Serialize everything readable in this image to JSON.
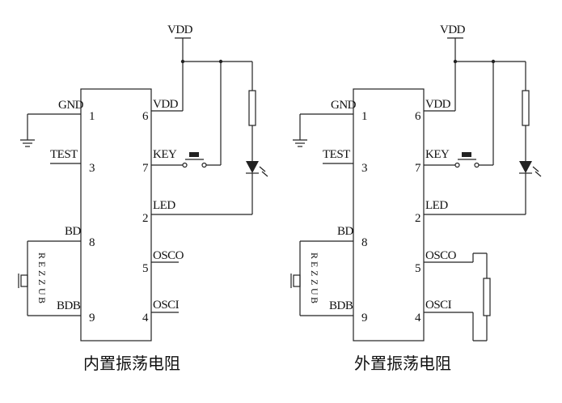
{
  "circuits": [
    {
      "caption": "内置振荡电阻",
      "vdd_supply": "VDD",
      "pins_left": [
        {
          "name": "GND",
          "num": "1"
        },
        {
          "name": "TEST",
          "num": "3"
        },
        {
          "name": "BD",
          "num": "8"
        },
        {
          "name": "BDB",
          "num": "9"
        }
      ],
      "pins_right": [
        {
          "name": "VDD",
          "num": "6"
        },
        {
          "name": "KEY",
          "num": "7"
        },
        {
          "name": "LED",
          "num": "2"
        },
        {
          "name": "OSCO",
          "num": "5"
        },
        {
          "name": "OSCI",
          "num": "4"
        }
      ],
      "buzzer_letters": [
        "B",
        "U",
        "Z",
        "Z",
        "E",
        "R"
      ]
    },
    {
      "caption": "外置振荡电阻",
      "vdd_supply": "VDD",
      "pins_left": [
        {
          "name": "GND",
          "num": "1"
        },
        {
          "name": "TEST",
          "num": "3"
        },
        {
          "name": "BD",
          "num": "8"
        },
        {
          "name": "BDB",
          "num": "9"
        }
      ],
      "pins_right": [
        {
          "name": "VDD",
          "num": "6"
        },
        {
          "name": "KEY",
          "num": "7"
        },
        {
          "name": "LED",
          "num": "2"
        },
        {
          "name": "OSCO",
          "num": "5"
        },
        {
          "name": "OSCI",
          "num": "4"
        }
      ],
      "buzzer_letters": [
        "B",
        "U",
        "Z",
        "Z",
        "E",
        "R"
      ]
    }
  ]
}
